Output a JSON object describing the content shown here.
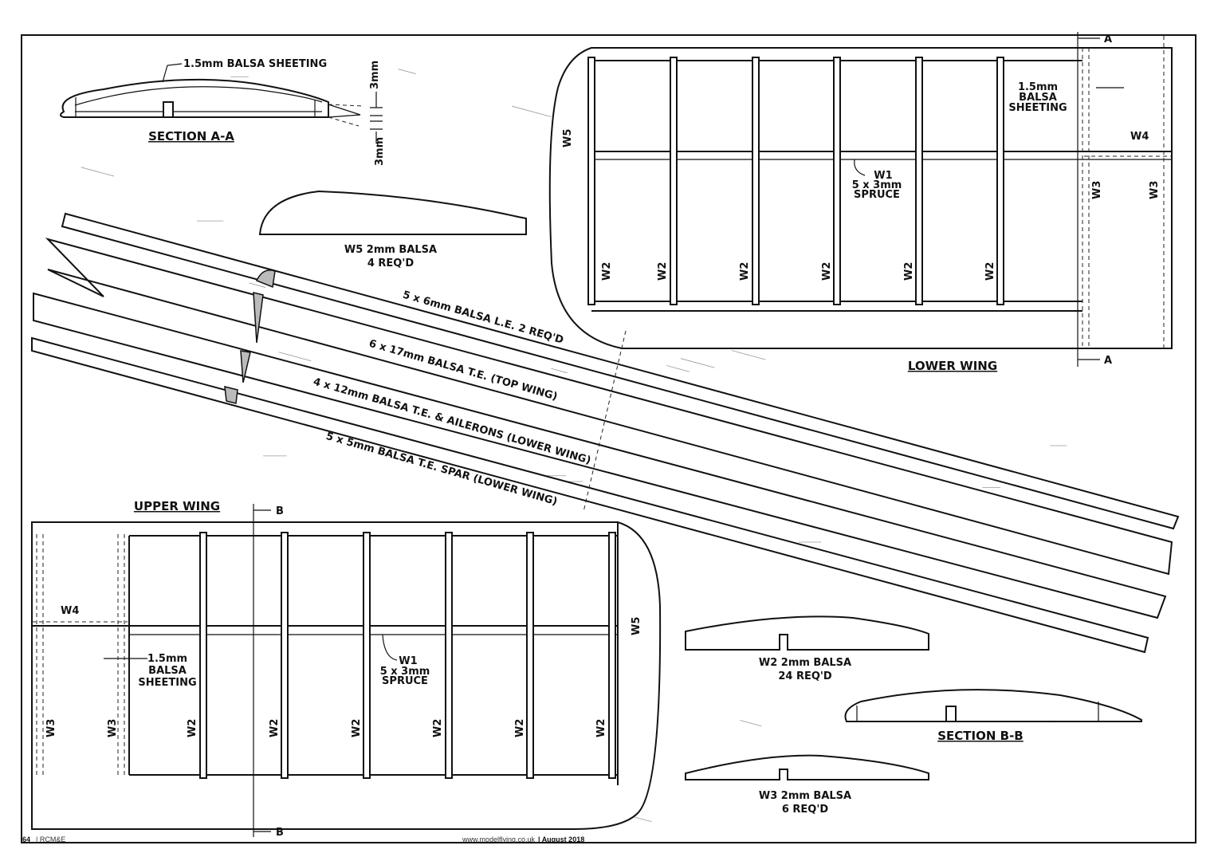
{
  "section_a": {
    "title": "SECTION A-A",
    "sheeting": "1.5mm BALSA SHEETING",
    "dim_top": "3mm",
    "dim_bottom": "3mm"
  },
  "w5_part": {
    "label": "W5 2mm BALSA",
    "qty": "4 REQ'D"
  },
  "lower_wing": {
    "title": "LOWER WING",
    "rib_labels": [
      "W2",
      "W2",
      "W2",
      "W2",
      "W2",
      "W2"
    ],
    "tip_label": "W5",
    "spar_label": [
      "W1",
      "5 x 3mm",
      "SPRUCE"
    ],
    "sheeting_label": [
      "1.5mm",
      "BALSA",
      "SHEETING"
    ],
    "w4": "W4",
    "w3": [
      "W3",
      "W3"
    ],
    "section_marker": "A"
  },
  "strips": [
    "5 x 6mm BALSA L.E. 2 REQ'D",
    "6 x 17mm BALSA T.E. (TOP WING)",
    "4 x 12mm BALSA T.E. & AILERONS (LOWER WING)",
    "5 x 5mm BALSA T.E. SPAR (LOWER WING)"
  ],
  "upper_wing": {
    "title": "UPPER WING",
    "rib_labels": [
      "W2",
      "W2",
      "W2",
      "W2",
      "W2",
      "W2"
    ],
    "tip_label": "W5",
    "spar_label": [
      "W1",
      "5 x 3mm",
      "SPRUCE"
    ],
    "sheeting_label": [
      "1.5mm",
      "BALSA",
      "SHEETING"
    ],
    "w4": "W4",
    "w3": [
      "W3",
      "W3"
    ],
    "section_marker": "B"
  },
  "w2_part": {
    "label": "W2 2mm BALSA",
    "qty": "24 REQ'D"
  },
  "section_b": {
    "title": "SECTION B-B"
  },
  "w3_part": {
    "label": "W3 2mm BALSA",
    "qty": "6 REQ'D"
  },
  "footer": {
    "page": "64",
    "mag": "RCM&E",
    "url": "www.modelflying.co.uk",
    "date": "August 2018"
  }
}
